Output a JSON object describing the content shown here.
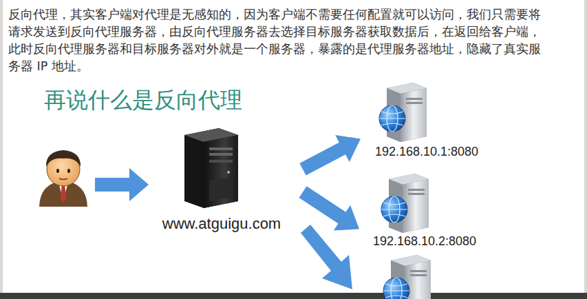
{
  "diagram": {
    "title": "再说什么是反向代理",
    "nodes": [
      {
        "text": [
          "www.atguigu.com"
        ]
      },
      {
        "text": [
          "192.168.10.1:8080"
        ]
      },
      {
        "text": [
          "192.168.10.2:8080"
        ]
      }
    ],
    "edges": [
      {
        "from": 0,
        "to": 1,
        "arrow": "to"
      },
      {
        "from": 0,
        "to": 2,
        "arrow": "to"
      }
    ],
    "labels": [
      "反向代理，其实客户端对代理是无感知的，因为客户端不需要任何配置就可以访问，我们只需要将请求发送到反向代理服务器，由反向代理服务器去选择目标服务器获取数据后，在返回给客户端，此时反向代理服务器和目标服务器对外就是一个服务器，暴露的是代理服务器地址，隐藏了真实服务器 IP 地址。"
    ]
  }
}
